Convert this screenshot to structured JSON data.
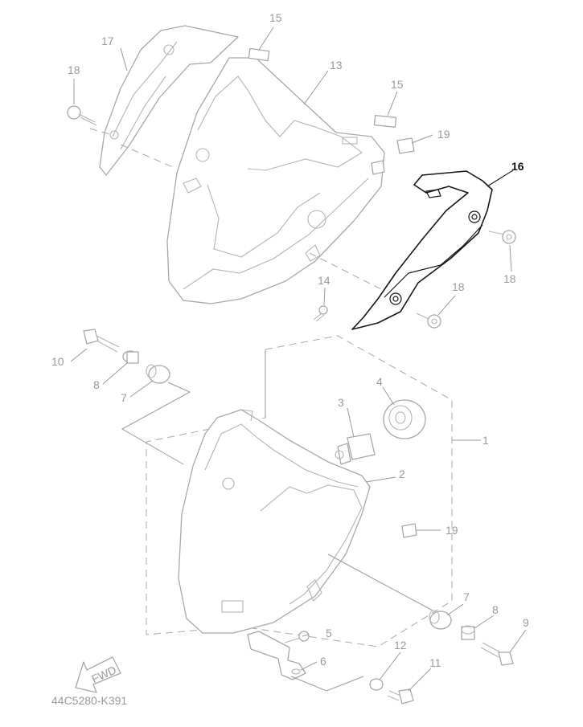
{
  "diagram_code": "44C5280-K391",
  "fwd_label": "FWD",
  "highlight_color": "#111111",
  "muted_color": "#9a9a9a",
  "callouts": {
    "c1": "1",
    "c2": "2",
    "c3": "3",
    "c4": "4",
    "c5": "5",
    "c6": "6",
    "c7a": "7",
    "c7b": "7",
    "c8a": "8",
    "c8b": "8",
    "c9": "9",
    "c10": "10",
    "c11": "11",
    "c12": "12",
    "c13": "13",
    "c14": "14",
    "c15a": "15",
    "c15b": "15",
    "c16": "16",
    "c17": "17",
    "c18a": "18",
    "c18b": "18",
    "c18c": "18",
    "c19a": "19",
    "c19b": "19"
  }
}
